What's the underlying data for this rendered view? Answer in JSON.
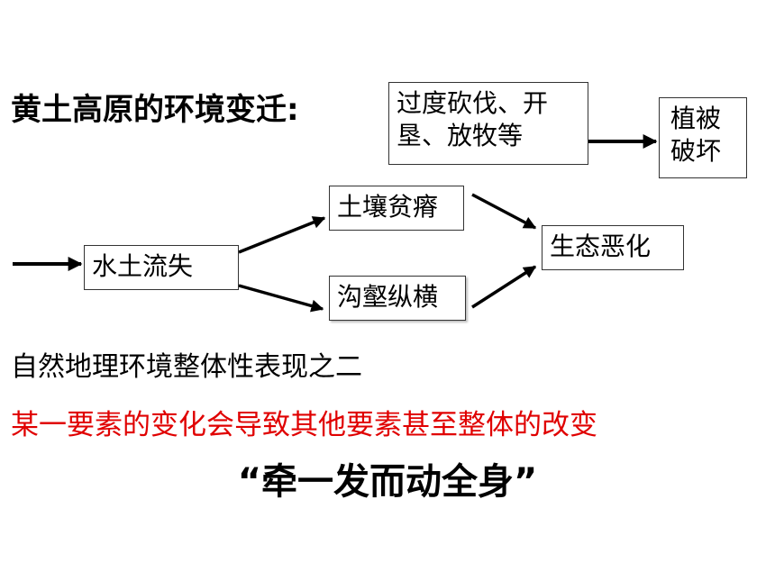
{
  "title": "黄土高原的环境变迁:",
  "nodes": {
    "cause": [
      "过度砍伐、开",
      "垦、放牧等"
    ],
    "vegetation": [
      "植被",
      "破坏"
    ],
    "erosion": "水土流失",
    "soil": "土壤贫瘠",
    "gully": "沟壑纵横",
    "ecology": "生态恶化"
  },
  "subtitle": "自然地理环境整体性表现之二",
  "red_statement": "某一要素的变化会导致其他要素甚至整体的改变",
  "slogan": "“牵一发而动全身”",
  "colors": {
    "red_text": "#e00000",
    "text": "#000000"
  }
}
